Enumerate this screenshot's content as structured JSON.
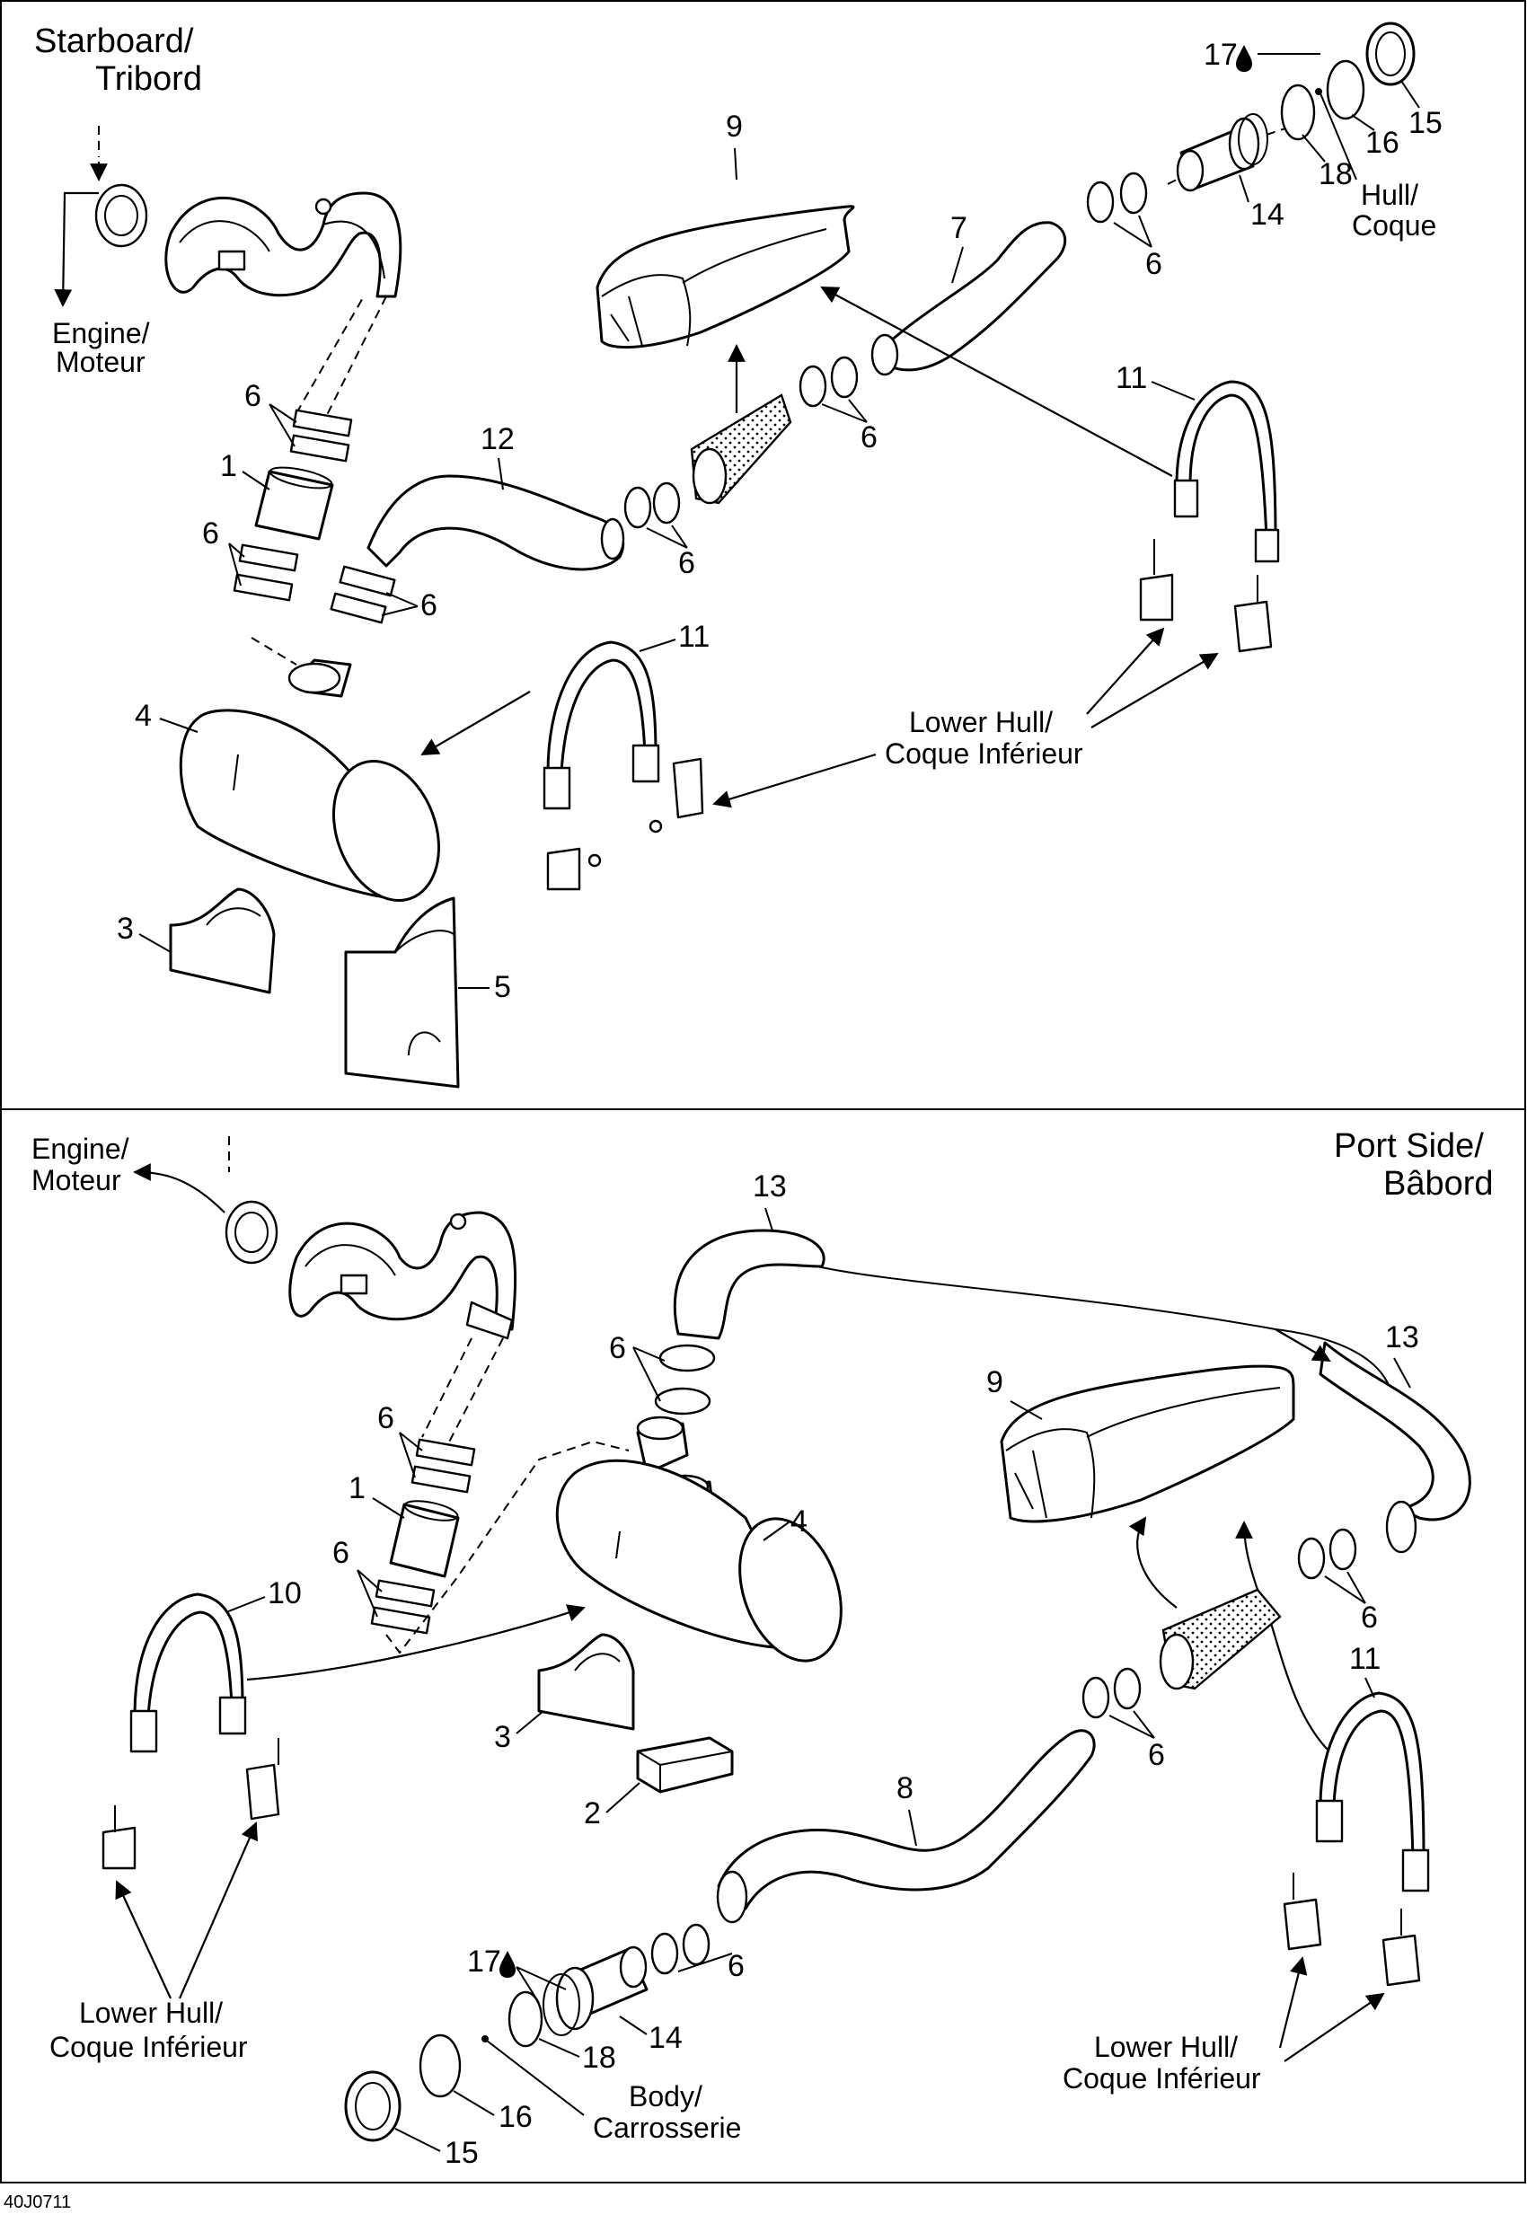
{
  "panels": {
    "starboard": {
      "title_line1": "Starboard/",
      "title_line2": "Tribord",
      "engine_line1": "Engine/",
      "engine_line2": "Moteur",
      "hull_line1": "Hull/",
      "hull_line2": "Coque",
      "lower_hull_line1": "Lower Hull/",
      "lower_hull_line2": "Coque Inférieur",
      "callouts": {
        "c1": "1",
        "c3": "3",
        "c4": "4",
        "c5": "5",
        "c6a": "6",
        "c6b": "6",
        "c6c": "6",
        "c6d": "6",
        "c6e": "6",
        "c6f": "6",
        "c7": "7",
        "c9": "9",
        "c11a": "11",
        "c11b": "11",
        "c12": "12",
        "c14": "14",
        "c15": "15",
        "c16": "16",
        "c17": "17",
        "c18": "18"
      }
    },
    "port": {
      "title_line1": "Port Side/",
      "title_line2": "Bâbord",
      "engine_line1": "Engine/",
      "engine_line2": "Moteur",
      "body_line1": "Body/",
      "body_line2": "Carrosserie",
      "lower_hull_left_line1": "Lower Hull/",
      "lower_hull_left_line2": "Coque Inférieur",
      "lower_hull_right_line1": "Lower Hull/",
      "lower_hull_right_line2": "Coque Inférieur",
      "callouts": {
        "c1": "1",
        "c2": "2",
        "c3": "3",
        "c4": "4",
        "c6a": "6",
        "c6b": "6",
        "c6c": "6",
        "c6d": "6",
        "c6e": "6",
        "c6f": "6",
        "c8": "8",
        "c9": "9",
        "c10": "10",
        "c11": "11",
        "c13a": "13",
        "c13b": "13",
        "c14": "14",
        "c15": "15",
        "c16": "16",
        "c17": "17",
        "c18": "18"
      }
    }
  },
  "figure_code": "40J0711"
}
